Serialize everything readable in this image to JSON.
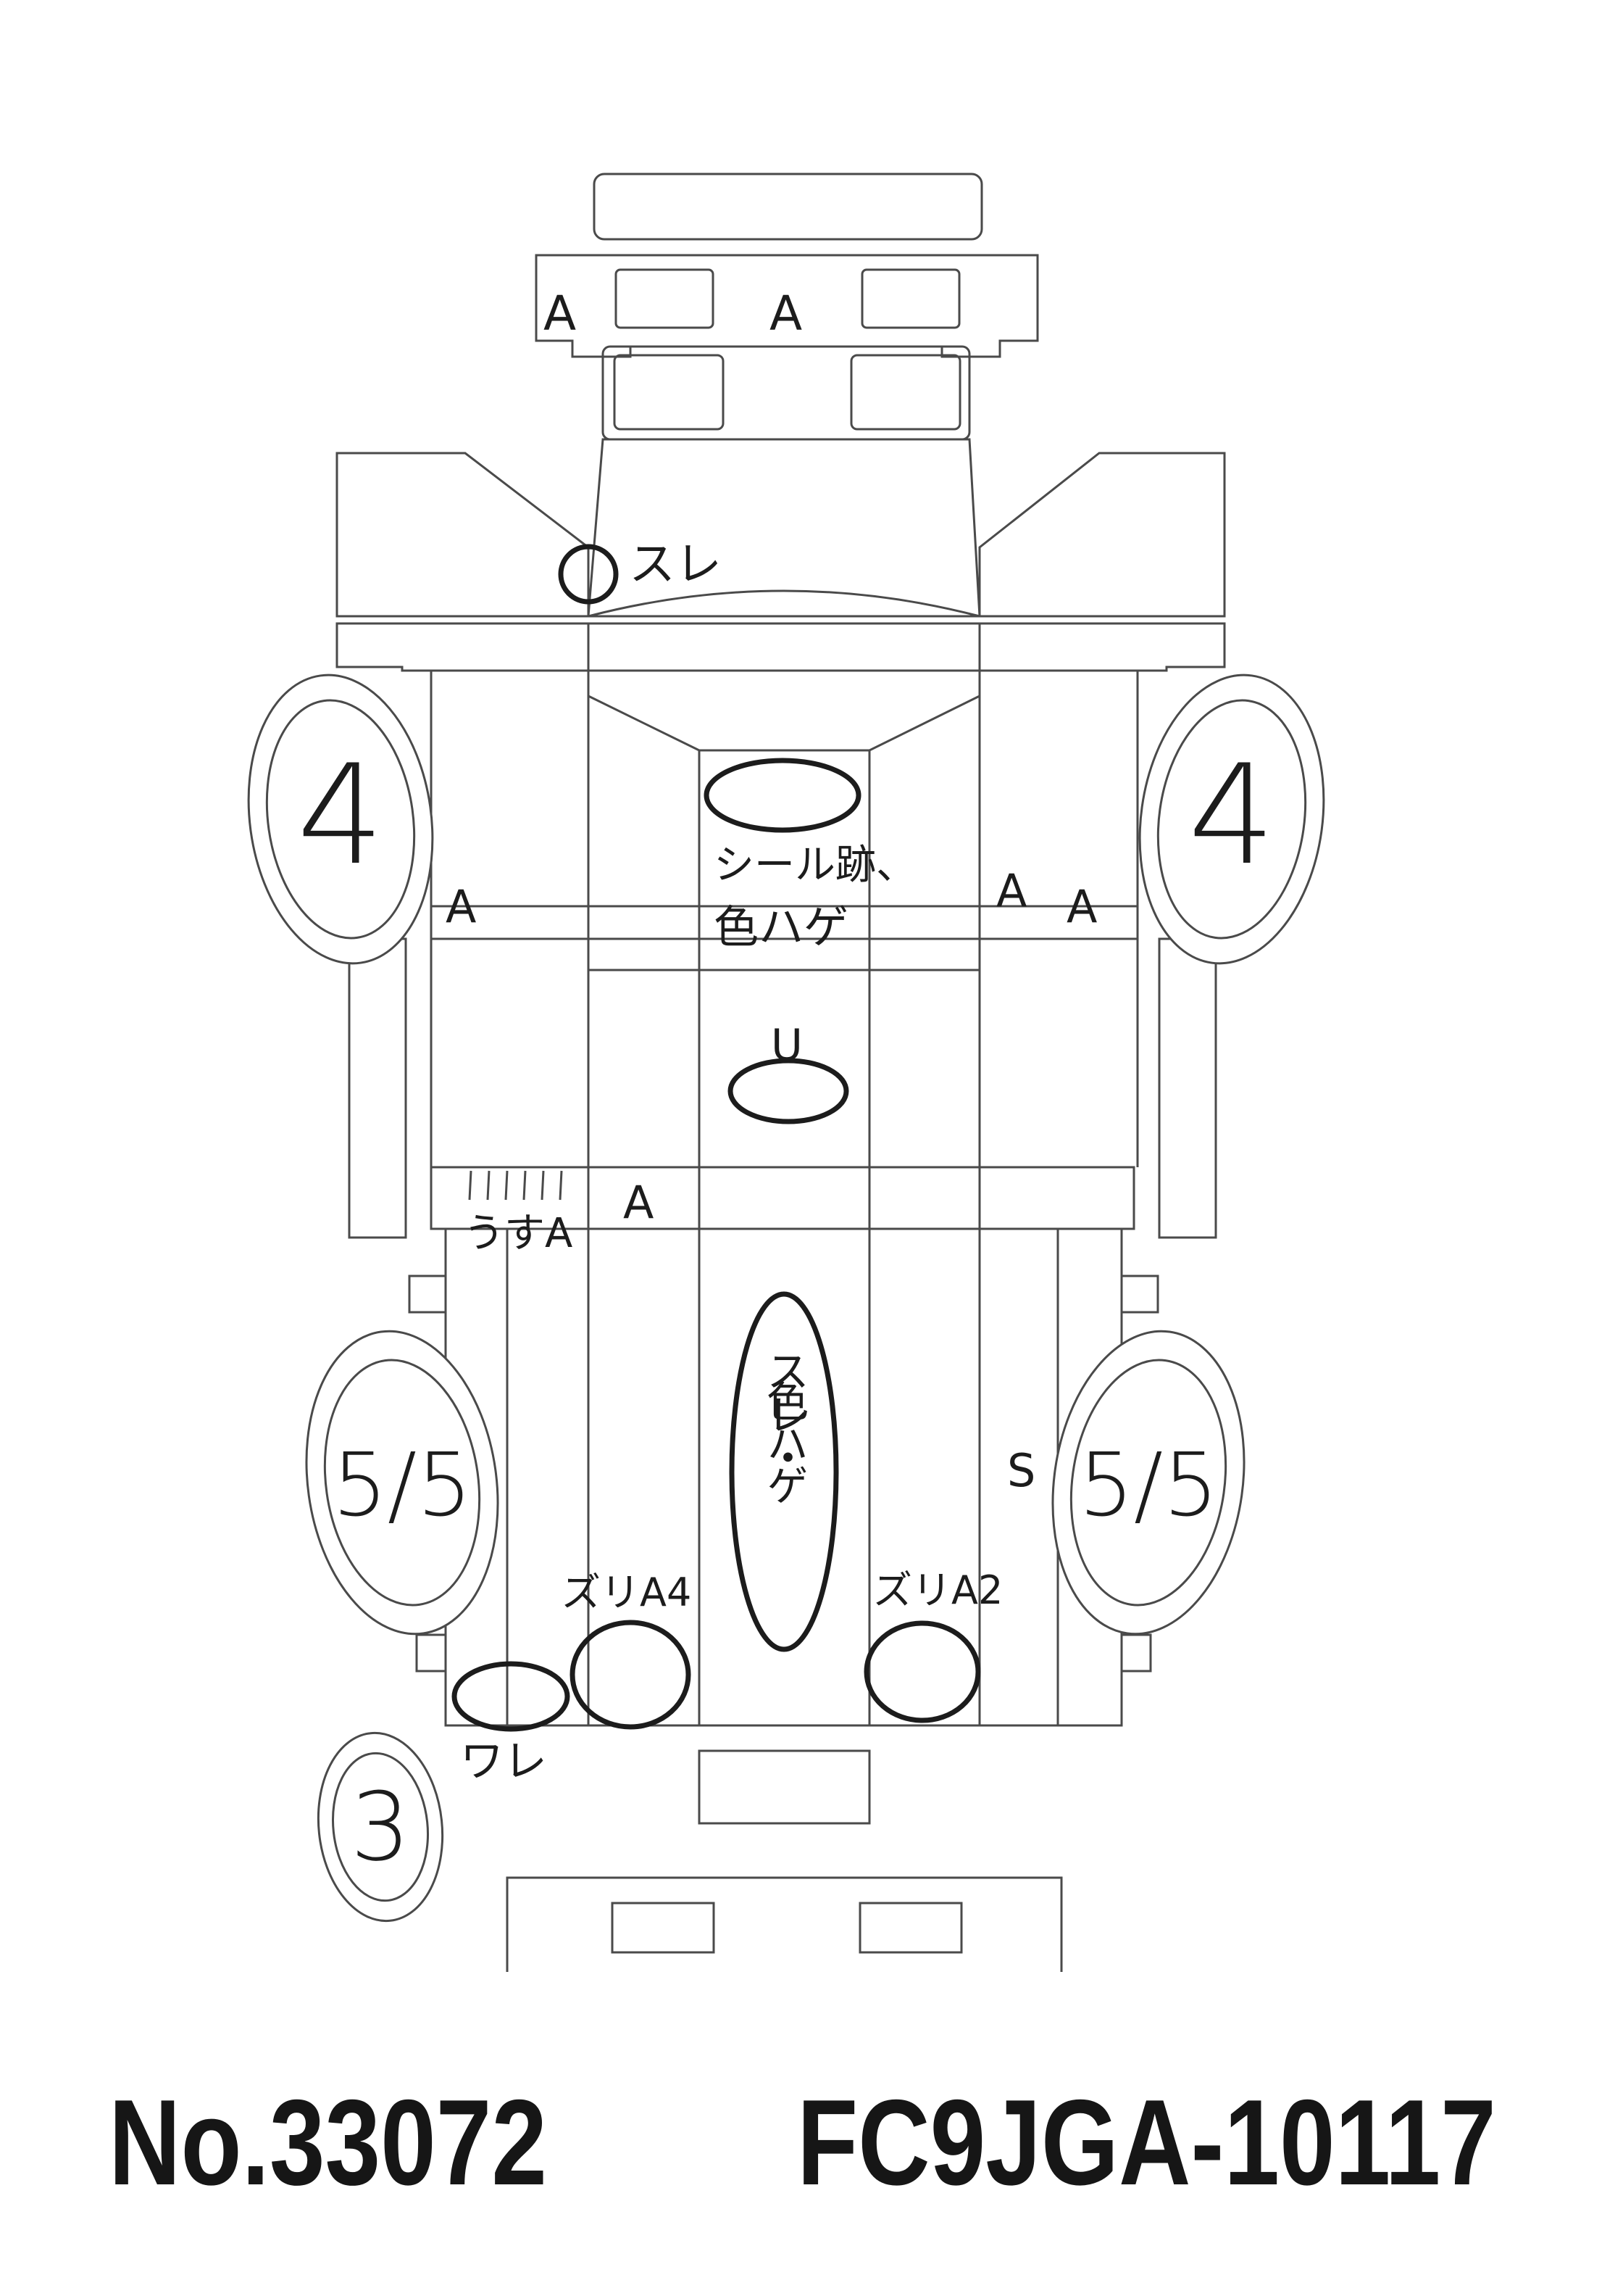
{
  "sheet": {
    "lot_number": "No.33072",
    "model_code": "FC9JGA-10117"
  },
  "tires": {
    "front_left": "4",
    "front_right": "4",
    "rear_left": "5/5",
    "rear_right": "5/5",
    "spare": "3"
  },
  "annotations": {
    "front_panel_left": "A",
    "front_panel_right": "A",
    "cab_corner": "スレ",
    "frame_top_a": "シール跡、",
    "frame_top_b": "色ハゲ",
    "frame_u": "U",
    "side_left": "A",
    "side_right_1": "A",
    "side_right_2": "A",
    "crossmember_faint": "うすA",
    "crossmember": "A",
    "frame_center_a": "スレ・",
    "frame_center_b": "色ハゲ",
    "right_s": "S",
    "rear_left_dent": "ズリA4",
    "rear_right_dent": "ズリA2",
    "rear_crack": "ワレ"
  }
}
